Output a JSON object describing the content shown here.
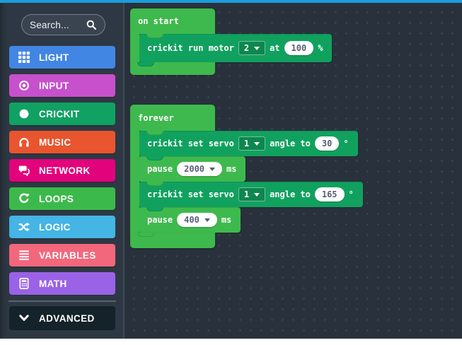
{
  "chrome": {
    "topbar_color": "#1b9ddd"
  },
  "sidebar": {
    "search": {
      "placeholder": "Search..."
    },
    "categories": [
      {
        "label": "LIGHT",
        "color": "#4286e4",
        "icon": "grid-icon"
      },
      {
        "label": "INPUT",
        "color": "#c750cc",
        "icon": "target-icon"
      },
      {
        "label": "CRICKIT",
        "color": "#10a163",
        "icon": "circle-icon"
      },
      {
        "label": "MUSIC",
        "color": "#e8552f",
        "icon": "headphones-icon"
      },
      {
        "label": "NETWORK",
        "color": "#e2037c",
        "icon": "chat-icon"
      },
      {
        "label": "LOOPS",
        "color": "#3cb94b",
        "icon": "loop-icon"
      },
      {
        "label": "LOGIC",
        "color": "#44b5e4",
        "icon": "shuffle-icon"
      },
      {
        "label": "VARIABLES",
        "color": "#f3677c",
        "icon": "list-icon"
      },
      {
        "label": "MATH",
        "color": "#9a62e6",
        "icon": "calculator-icon"
      }
    ],
    "advanced": {
      "label": "ADVANCED",
      "color": "#142329",
      "icon": "chevron-down-icon"
    }
  },
  "workspace": {
    "colors": {
      "loops_green": "#3eb94d",
      "crickit_teal": "#11a15f"
    },
    "on_start": {
      "label": "on start",
      "run_motor": {
        "text1": "crickit run motor",
        "motor_dropdown": "2",
        "text2": "at",
        "speed_value": "100",
        "text3": "%"
      }
    },
    "forever": {
      "label": "forever",
      "set_servo_1": {
        "text1": "crickit set servo",
        "servo_dropdown": "1",
        "text2": "angle to",
        "angle_value": "30",
        "text3": "°"
      },
      "pause_1": {
        "text1": "pause",
        "duration_dropdown": "2000",
        "text2": "ms"
      },
      "set_servo_2": {
        "text1": "crickit set servo",
        "servo_dropdown": "1",
        "text2": "angle to",
        "angle_value": "165",
        "text3": "°"
      },
      "pause_2": {
        "text1": "pause",
        "duration_dropdown": "400",
        "text2": "ms"
      }
    }
  }
}
